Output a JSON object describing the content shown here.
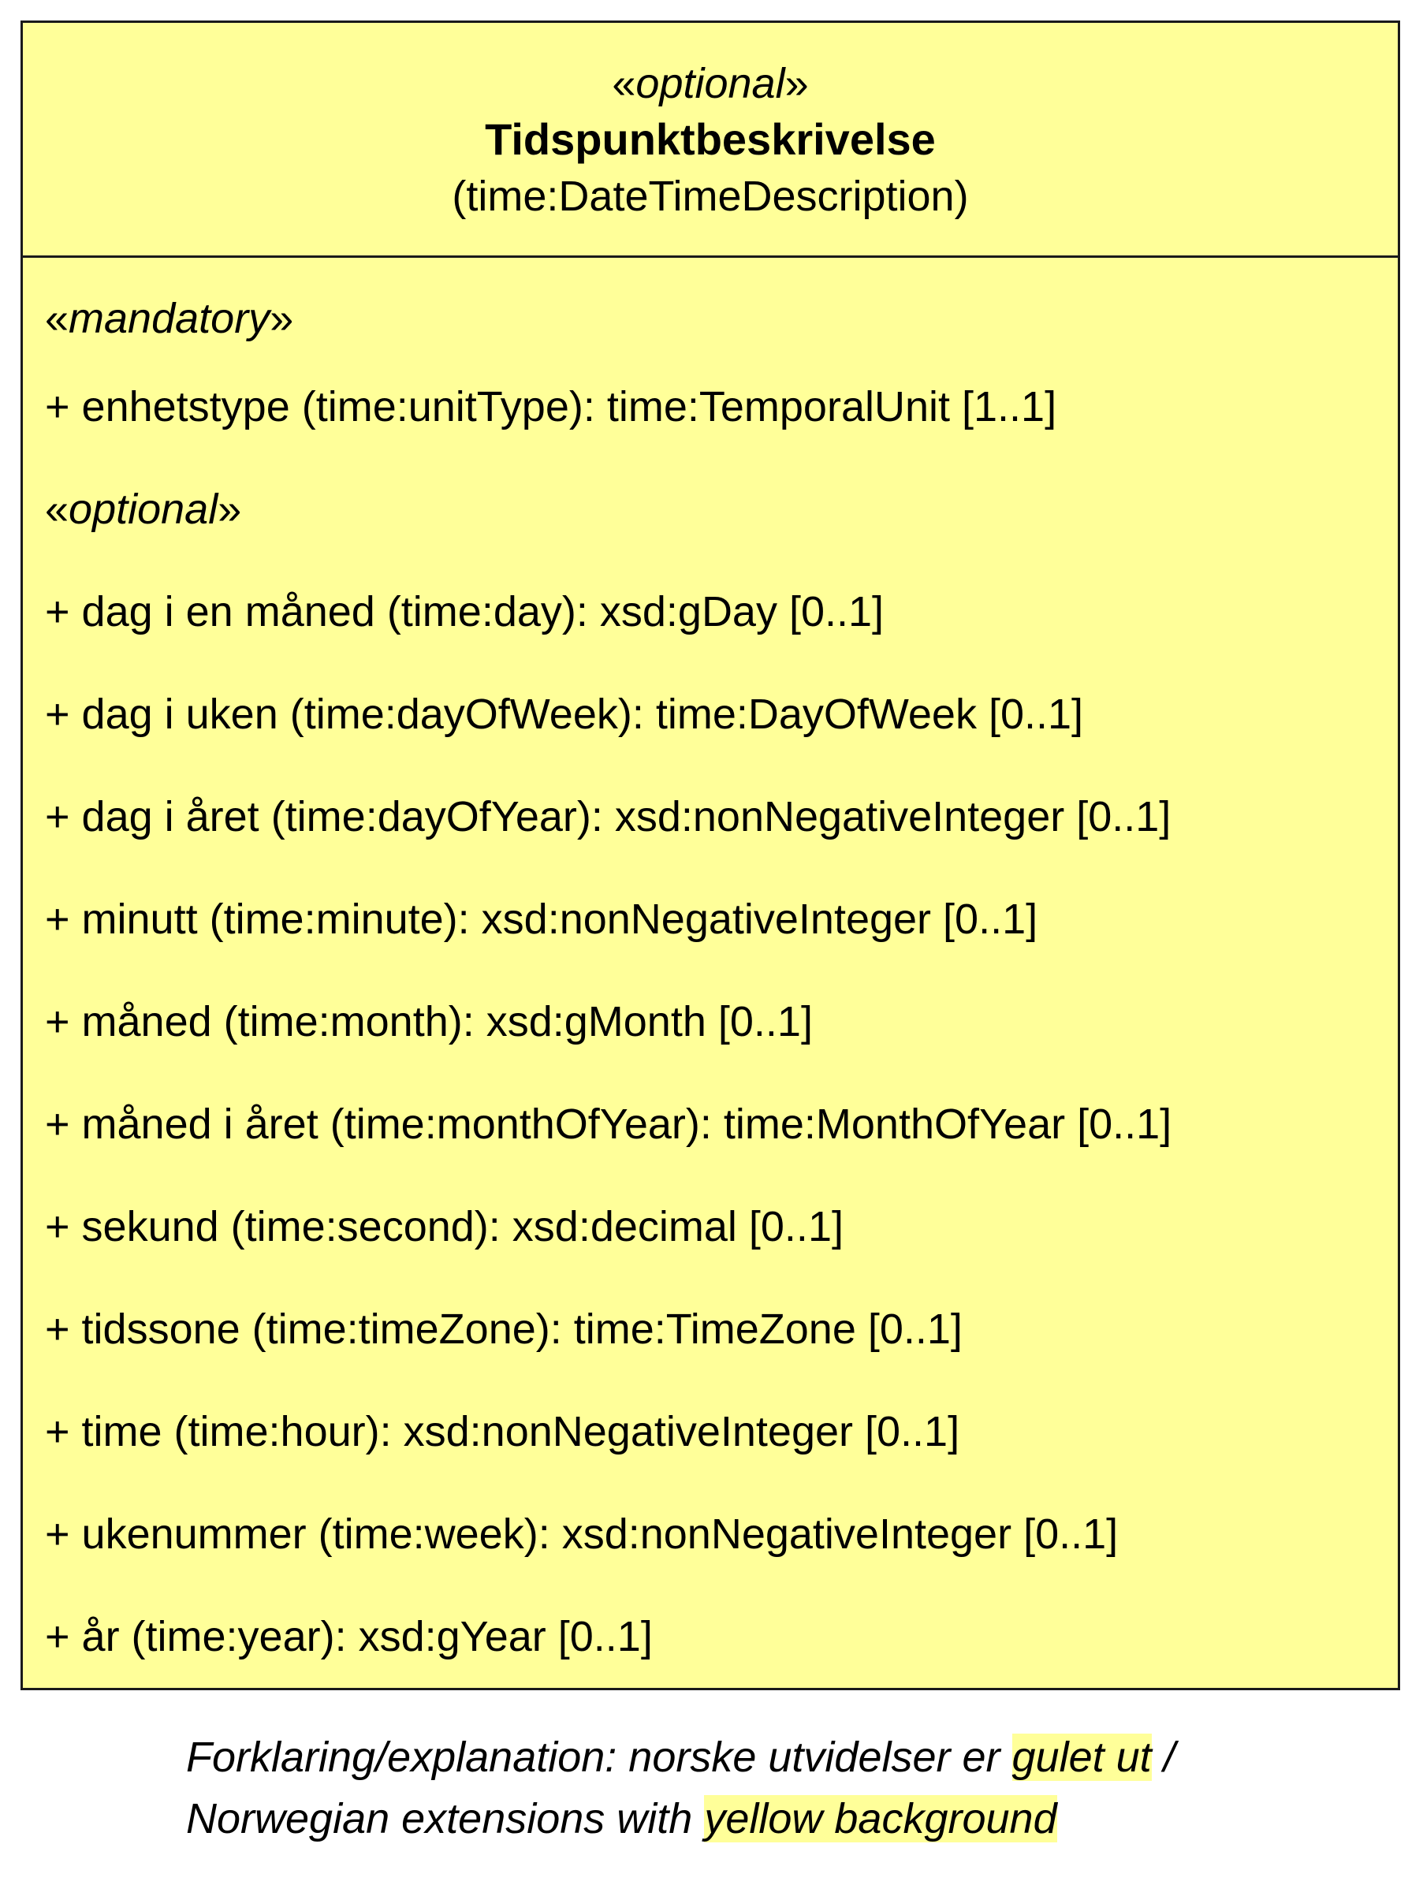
{
  "class_box": {
    "stereotype_open": "«",
    "stereotype": "optional",
    "stereotype_close": "»",
    "name": "Tidspunktbeskrivelse",
    "uri": "(time:DateTimeDescription)",
    "colors": {
      "fill": "#ffff99",
      "border": "#1a1a1a"
    }
  },
  "groups": [
    {
      "stereotype": "mandatory",
      "attributes": [
        "+ enhetstype (time:unitType): time:TemporalUnit [1..1]"
      ]
    },
    {
      "stereotype": "optional",
      "attributes": [
        "+ dag i en måned (time:day): xsd:gDay [0..1]",
        "+ dag i uken (time:dayOfWeek): time:DayOfWeek [0..1]",
        "+ dag i året (time:dayOfYear): xsd:nonNegativeInteger [0..1]",
        "+ minutt (time:minute): xsd:nonNegativeInteger [0..1]",
        "+ måned (time:month): xsd:gMonth [0..1]",
        "+ måned i året (time:monthOfYear): time:MonthOfYear [0..1]",
        "+ sekund (time:second): xsd:decimal [0..1]",
        "+ tidssone (time:timeZone): time:TimeZone [0..1]",
        "+ time (time:hour): xsd:nonNegativeInteger [0..1]",
        "+ ukenummer (time:week): xsd:nonNegativeInteger [0..1]",
        "+ år (time:year): xsd:gYear [0..1]"
      ]
    }
  ],
  "legend": {
    "line1_prefix": "Forklaring/explanation: norske utvidelser er ",
    "line1_highlight": "gulet ut",
    "line1_suffix": " /",
    "line2_prefix": "Norwegian extensions with ",
    "line2_highlight": "yellow background",
    "highlight_color": "#ffff99"
  }
}
